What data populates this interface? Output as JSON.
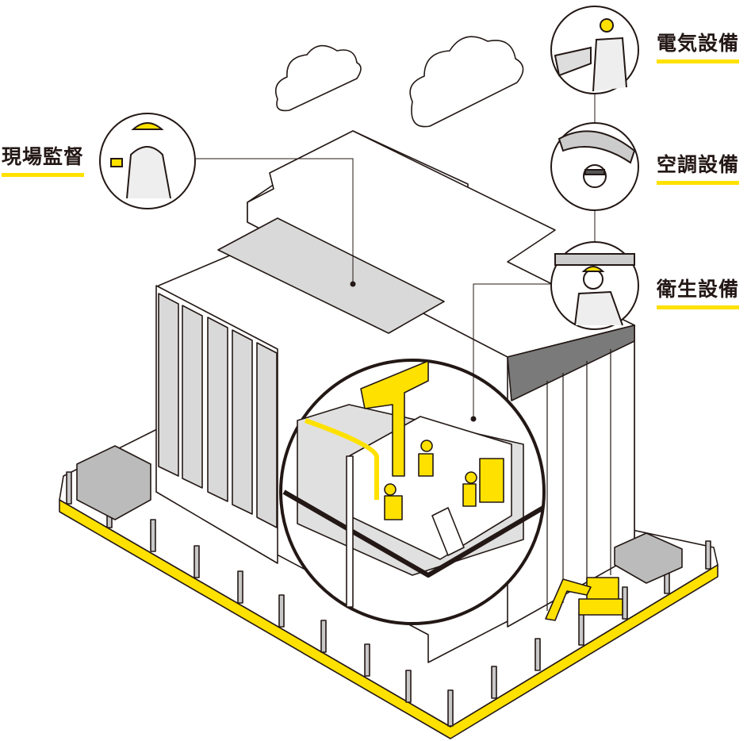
{
  "labels": {
    "site_supervisor": "現場監督",
    "electrical": "電気設備",
    "hvac": "空調設備",
    "plumbing": "衛生設備"
  },
  "colors": {
    "accent": "#ffe100",
    "line": "#231815",
    "gray": "#c8c8c8",
    "dark_gray": "#7a7a7a"
  }
}
